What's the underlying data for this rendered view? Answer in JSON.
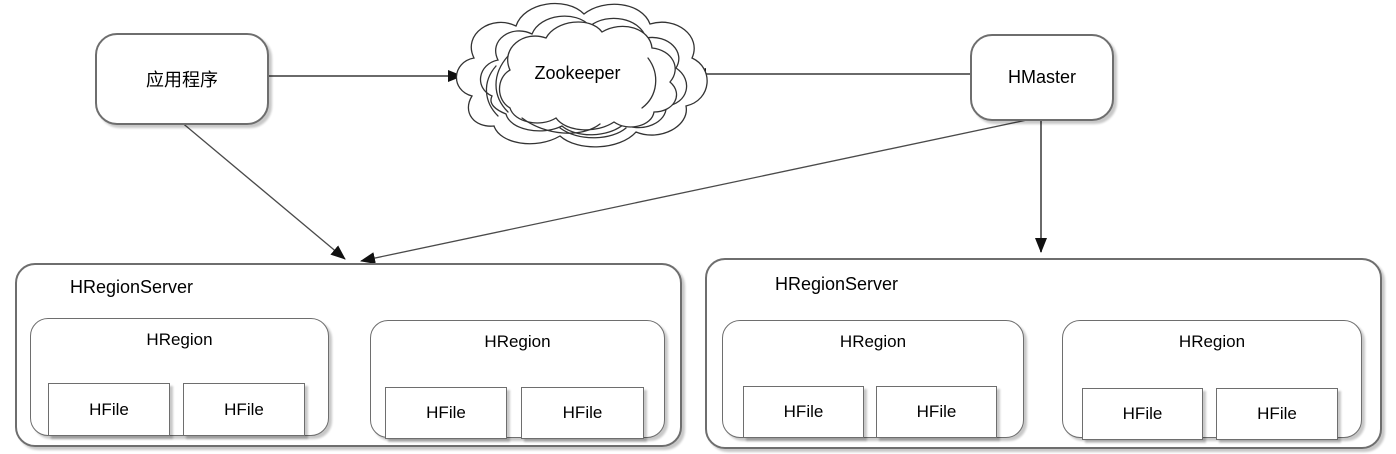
{
  "diagram": {
    "application": {
      "label": "应用程序"
    },
    "zookeeper": {
      "label": "Zookeeper"
    },
    "hmaster": {
      "label": "HMaster"
    },
    "region_servers": [
      {
        "label": "HRegionServer",
        "regions": [
          {
            "label": "HRegion",
            "files": [
              {
                "label": "HFile"
              },
              {
                "label": "HFile"
              }
            ]
          },
          {
            "label": "HRegion",
            "files": [
              {
                "label": "HFile"
              },
              {
                "label": "HFile"
              }
            ]
          }
        ]
      },
      {
        "label": "HRegionServer",
        "regions": [
          {
            "label": "HRegion",
            "files": [
              {
                "label": "HFile"
              },
              {
                "label": "HFile"
              }
            ]
          },
          {
            "label": "HRegion",
            "files": [
              {
                "label": "HFile"
              },
              {
                "label": "HFile"
              }
            ]
          }
        ]
      }
    ],
    "connections": [
      {
        "from": "application",
        "to": "zookeeper"
      },
      {
        "from": "hmaster",
        "to": "zookeeper"
      },
      {
        "from": "application",
        "to": "region-server-0"
      },
      {
        "from": "hmaster",
        "to": "region-server-0"
      },
      {
        "from": "hmaster",
        "to": "region-server-1"
      }
    ],
    "colors": {
      "background": "#ffffff",
      "border": "#6e6e6e",
      "line": "#6a6a6a",
      "arrowhead": "#111111",
      "text": "#000000"
    }
  }
}
